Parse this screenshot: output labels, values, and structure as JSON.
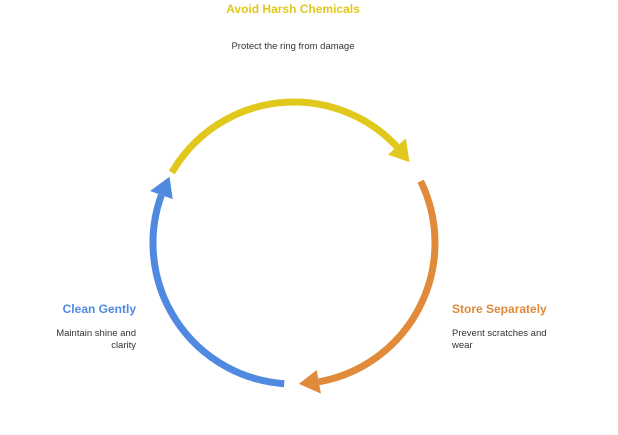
{
  "diagram": {
    "stages": [
      {
        "title": "Avoid Harsh Chemicals",
        "description": "Protect the ring from damage",
        "color": "#e0c81d"
      },
      {
        "title": "Store Separately",
        "description": "Prevent scratches and wear",
        "color": "#e08a3a"
      },
      {
        "title": "Clean Gently",
        "description": "Maintain shine and clarity",
        "color": "#4f89e0"
      }
    ]
  }
}
